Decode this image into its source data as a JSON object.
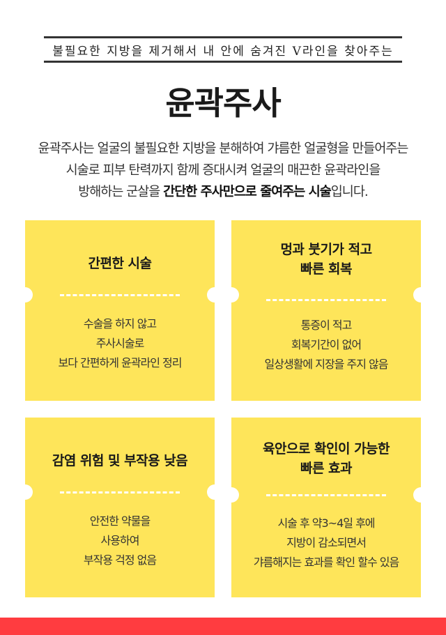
{
  "banner": "불필요한 지방을 제거해서 내 안에 숨겨진 V라인을 찾아주는",
  "title": "윤곽주사",
  "description": {
    "line1": "윤곽주사는 얼굴의 불필요한 지방을 분해하여 갸름한 얼굴형을 만들어주는",
    "line2": "시술로 피부 탄력까지 함께 증대시켜 얼굴의 매끈한 윤곽라인을",
    "line3_pre": "방해하는 군살을 ",
    "line3_bold": "간단한 주사만으로 줄여주는 시술",
    "line3_post": "입니다."
  },
  "cards": [
    {
      "title": [
        "간편한 시술"
      ],
      "body": [
        "수술을 하지 않고",
        "주사시술로",
        "보다 간편하게 윤곽라인 정리"
      ]
    },
    {
      "title": [
        "멍과 붓기가 적고",
        "빠른 회복"
      ],
      "body": [
        "통증이 적고",
        "회복기간이 없어",
        "일상생활에 지장을 주지 않음"
      ]
    },
    {
      "title": [
        "감염 위험 및 부작용 낮음"
      ],
      "body": [
        "안전한 약물을",
        "사용하여",
        "부작용 걱정 없음"
      ]
    },
    {
      "title": [
        "육안으로 확인이 가능한",
        "빠른 효과"
      ],
      "body": [
        "시술 후 약3~4일 후에",
        "지방이 감소되면서",
        "갸름해지는 효과를 확인 할수 있음"
      ]
    }
  ],
  "colors": {
    "card": "#fee55a",
    "bottom_bar": "#ff3c40"
  }
}
